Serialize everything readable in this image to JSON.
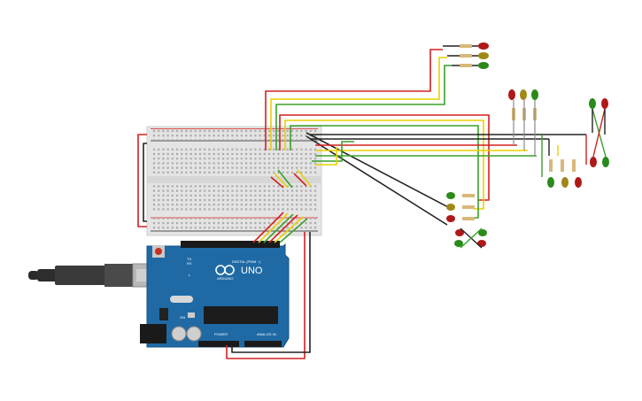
{
  "board": {
    "model_label": "UNO",
    "logo_text": "ARDUINO",
    "digital_header_label": "DIGITAL (PWM ~)",
    "power_label": "POWER",
    "analog_label": "ANALOG IN",
    "tx_label": "TX",
    "rx_label": "RX",
    "l_label": "L",
    "on_label": "ON"
  },
  "colors": {
    "board_blue": "#1f6aa5",
    "breadboard": "#e4e4e4",
    "wire_red": "#d42020",
    "wire_black": "#222222",
    "wire_yellow": "#e8d000",
    "wire_green": "#3aa02a",
    "led_red": "#b01818",
    "led_yellow": "#a08818",
    "led_green": "#2a8a1a"
  },
  "icons": [
    "usb-plug-icon",
    "arduino-infinity-logo-icon"
  ]
}
